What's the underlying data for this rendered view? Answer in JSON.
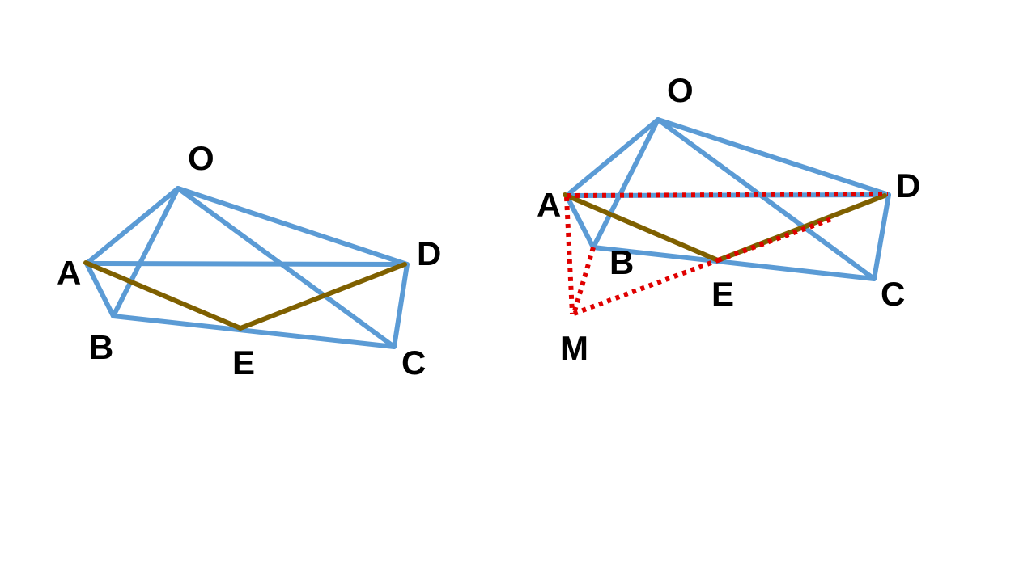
{
  "colors": {
    "edge": "#5b9bd5",
    "path": "#7f6000",
    "construction": "#e00000",
    "label": "#000000",
    "background": "#ffffff"
  },
  "figures": [
    {
      "id": "figure-left",
      "labels": {
        "O": "O",
        "A": "A",
        "B": "B",
        "E": "E",
        "C": "C",
        "D": "D"
      }
    },
    {
      "id": "figure-right",
      "labels": {
        "O": "O",
        "A": "A",
        "B": "B",
        "E": "E",
        "C": "C",
        "D": "D",
        "M": "M"
      }
    }
  ]
}
